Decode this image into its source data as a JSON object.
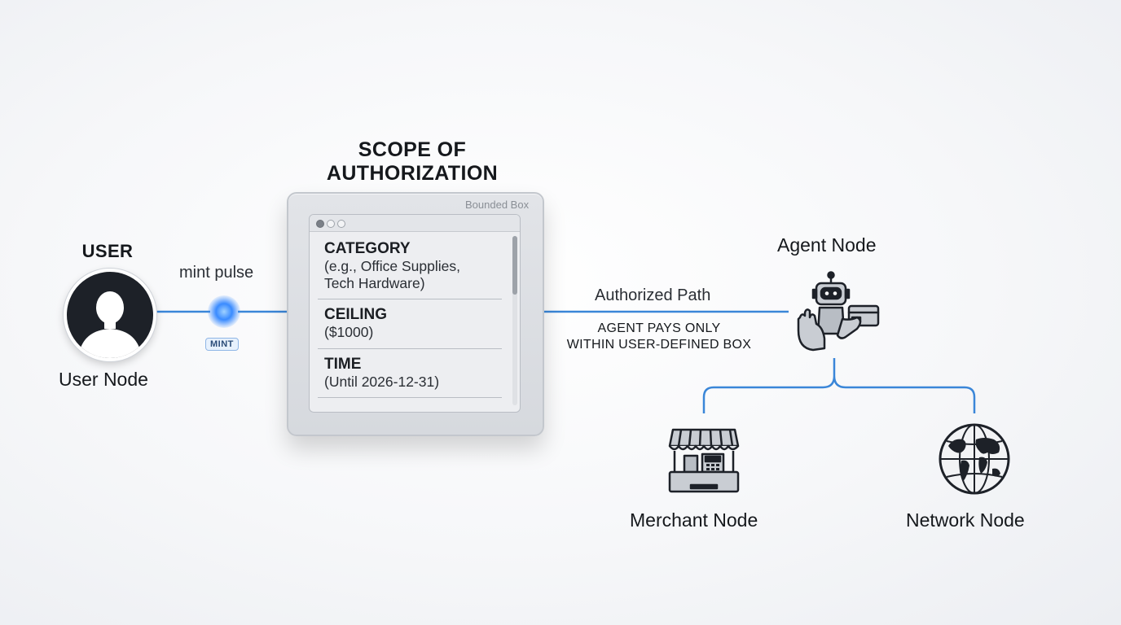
{
  "heading": {
    "line1": "SCOPE OF",
    "line2": "AUTHORIZATION"
  },
  "user": {
    "title": "USER",
    "node_label": "User Node",
    "icon": "person-silhouette-icon"
  },
  "mint": {
    "pulse_label": "mint pulse",
    "badge": "MINT"
  },
  "bounded_box": {
    "tag": "Bounded Box",
    "sections": [
      {
        "title": "CATEGORY",
        "lines": [
          "(e.g., Office Supplies,",
          "Tech Hardware)"
        ]
      },
      {
        "title": "CEILING",
        "lines": [
          "($1000)"
        ]
      },
      {
        "title": "TIME",
        "lines": [
          "(Until 2026-12-31)"
        ]
      }
    ]
  },
  "path": {
    "label": "Authorized Path",
    "note_line1": "AGENT PAYS ONLY",
    "note_line2": "WITHIN USER-DEFINED BOX"
  },
  "agent": {
    "node_label": "Agent Node",
    "icon": "robot-hand-card-icon"
  },
  "merchant": {
    "node_label": "Merchant Node",
    "icon": "storefront-register-icon"
  },
  "network": {
    "node_label": "Network Node",
    "icon": "globe-icon"
  },
  "colors": {
    "accent": "#3a86d8",
    "pulse": "#3a8bff",
    "dark": "#1d2128"
  }
}
